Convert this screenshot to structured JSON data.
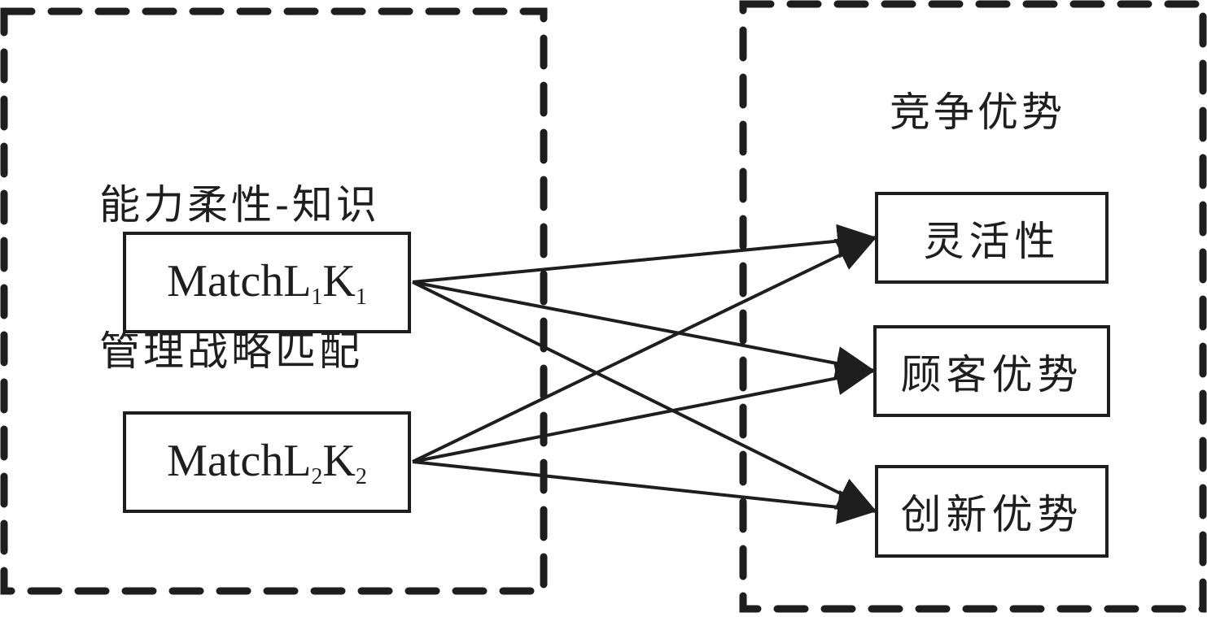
{
  "left_group": {
    "title_line1": "能力柔性-知识",
    "title_line2": "管理战略匹配",
    "nodes": [
      {
        "prefix": "MatchL",
        "sub1": "1",
        "mid": "K",
        "sub2": "1"
      },
      {
        "prefix": "MatchL",
        "sub1": "2",
        "mid": "K",
        "sub2": "2"
      }
    ]
  },
  "right_group": {
    "title": "竞争优势",
    "nodes": [
      "灵活性",
      "顾客优势",
      "创新优势"
    ]
  },
  "edges": [
    {
      "from": "MatchL1K1",
      "to": "灵活性"
    },
    {
      "from": "MatchL1K1",
      "to": "顾客优势"
    },
    {
      "from": "MatchL1K1",
      "to": "创新优势"
    },
    {
      "from": "MatchL2K2",
      "to": "灵活性"
    },
    {
      "from": "MatchL2K2",
      "to": "顾客优势"
    },
    {
      "from": "MatchL2K2",
      "to": "创新优势"
    }
  ],
  "colors": {
    "stroke": "#1e1e1e",
    "background": "#ffffff"
  }
}
